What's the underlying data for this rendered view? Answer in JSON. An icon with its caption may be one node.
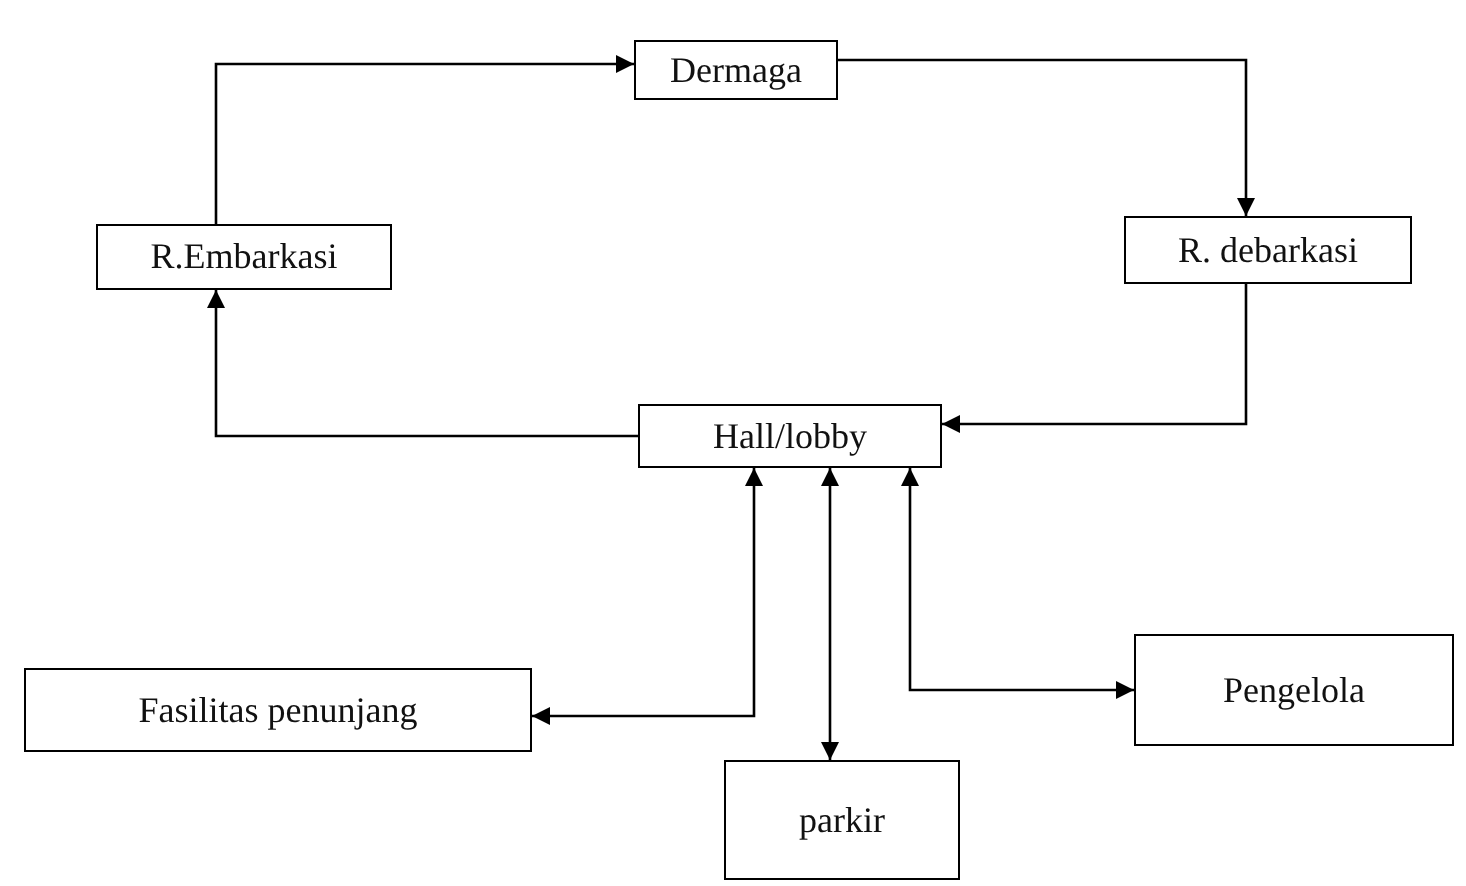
{
  "diagram": {
    "nodes": [
      {
        "text": [
          "Dermaga"
        ]
      },
      {
        "text": [
          "R.Embarkasi"
        ]
      },
      {
        "text": [
          "R. debarkasi"
        ]
      },
      {
        "text": [
          "Hall/lobby"
        ]
      },
      {
        "text": [
          "Fasilitas penunjang"
        ]
      },
      {
        "text": [
          "Pengelola"
        ]
      },
      {
        "text": [
          "parkir"
        ]
      }
    ],
    "edges": [
      {
        "from": 1,
        "to": 0,
        "arrow": "to"
      },
      {
        "from": 0,
        "to": 2,
        "arrow": "to"
      },
      {
        "from": 2,
        "to": 3,
        "arrow": "to"
      },
      {
        "from": 3,
        "to": 1,
        "arrow": "to"
      },
      {
        "from": 3,
        "to": 4,
        "arrow": "both"
      },
      {
        "from": 3,
        "to": 6,
        "arrow": "both"
      },
      {
        "from": 3,
        "to": 5,
        "arrow": "both"
      }
    ]
  }
}
